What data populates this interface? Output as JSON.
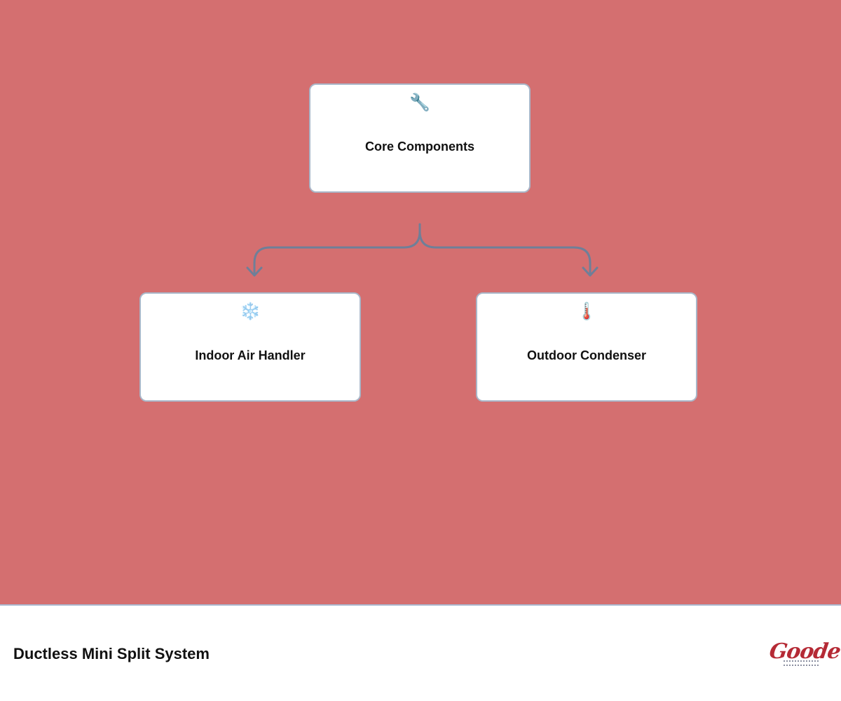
{
  "diagram": {
    "root": {
      "icon": "🔧",
      "icon_name": "wrench-icon",
      "label": "Core Components"
    },
    "children": [
      {
        "icon": "❄️",
        "icon_name": "snowflake-icon",
        "label": "Indoor Air Handler"
      },
      {
        "icon": "🌡️",
        "icon_name": "thermometer-icon",
        "label": "Outdoor Condenser"
      }
    ],
    "colors": {
      "background": "#d46f70",
      "node_fill": "#ffffff",
      "node_border": "#a9b6c8",
      "connector": "#6f7f98"
    }
  },
  "footer": {
    "title": "Ductless Mini Split System",
    "logo_text": "Goode"
  }
}
